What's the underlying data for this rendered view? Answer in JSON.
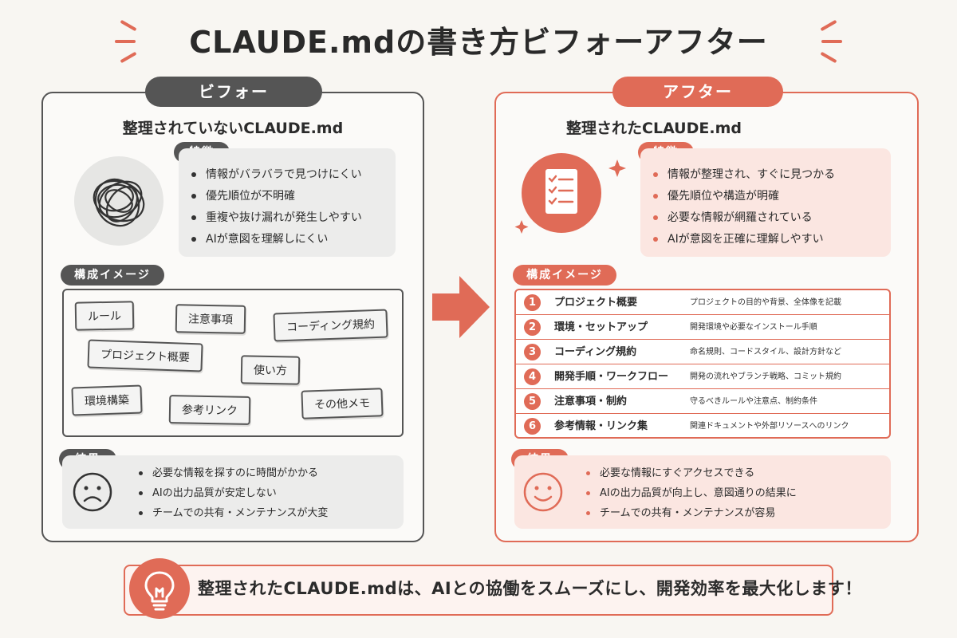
{
  "title": "CLAUDE.mdの書き方ビフォーアフター",
  "before": {
    "tab": "ビフォー",
    "subtitle": "整理されていないCLAUDE.md",
    "features_label": "特徴",
    "features": [
      "情報がバラバラで見つけにくい",
      "優先順位が不明確",
      "重複や抜け漏れが発生しやすい",
      "AIが意図を理解しにくい"
    ],
    "structure_label": "構成イメージ",
    "tags": [
      "ルール",
      "注意事項",
      "コーディング規約",
      "プロジェクト概要",
      "使い方",
      "環境構築",
      "参考リンク",
      "その他メモ"
    ],
    "result_label": "結果",
    "results": [
      "必要な情報を探すのに時間がかかる",
      "AIの出力品質が安定しない",
      "チームでの共有・メンテナンスが大変"
    ]
  },
  "after": {
    "tab": "アフター",
    "subtitle": "整理されたCLAUDE.md",
    "features_label": "特徴",
    "features": [
      "情報が整理され、すぐに見つかる",
      "優先順位や構造が明確",
      "必要な情報が網羅されている",
      "AIが意図を正確に理解しやすい"
    ],
    "structure_label": "構成イメージ",
    "sections": [
      {
        "num": "1",
        "name": "プロジェクト概要",
        "desc": "プロジェクトの目的や背景、全体像を記載"
      },
      {
        "num": "2",
        "name": "環境・セットアップ",
        "desc": "開発環境や必要なインストール手順"
      },
      {
        "num": "3",
        "name": "コーディング規約",
        "desc": "命名規則、コードスタイル、設計方針など"
      },
      {
        "num": "4",
        "name": "開発手順・ワークフロー",
        "desc": "開発の流れやブランチ戦略、コミット規約"
      },
      {
        "num": "5",
        "name": "注意事項・制約",
        "desc": "守るべきルールや注意点、制約条件"
      },
      {
        "num": "6",
        "name": "参考情報・リンク集",
        "desc": "関連ドキュメントや外部リソースへのリンク"
      }
    ],
    "result_label": "結果",
    "results": [
      "必要な情報にすぐアクセスできる",
      "AIの出力品質が向上し、意図通りの結果に",
      "チームでの共有・メンテナンスが容易"
    ]
  },
  "banner": "整理されたCLAUDE.mdは、AIとの協働をスムーズにし、開発効率を最大化します！",
  "colors": {
    "accent": "#e06b57",
    "dark": "#555555",
    "pink_bg": "#fbe6e1",
    "gray_bg": "#ececeb"
  }
}
